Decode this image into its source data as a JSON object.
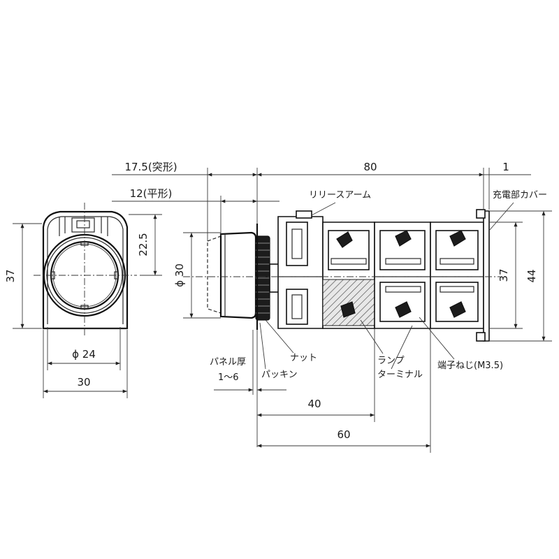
{
  "dimensions": {
    "front_width": "30",
    "front_inner_diameter": "ϕ 24",
    "front_height": "37",
    "front_center_height": "22.5",
    "button_diameter": "ϕ 30",
    "protrusion_convex": "17.5(突形)",
    "protrusion_flat": "12(平形)",
    "overall_length": "80",
    "cover_thickness": "1",
    "body_height": "37",
    "overall_height": "44",
    "length_40": "40",
    "length_60": "60"
  },
  "labels": {
    "release_arm": "リリースアーム",
    "live_part_cover": "充電部カバー",
    "nut": "ナット",
    "panel_thickness": "パネル厚",
    "panel_thickness_range": "1～6",
    "packing": "パッキン",
    "lamp": "ランプ",
    "terminal": "ターミナル",
    "terminal_screw": "端子ねじ(M3.5)"
  }
}
